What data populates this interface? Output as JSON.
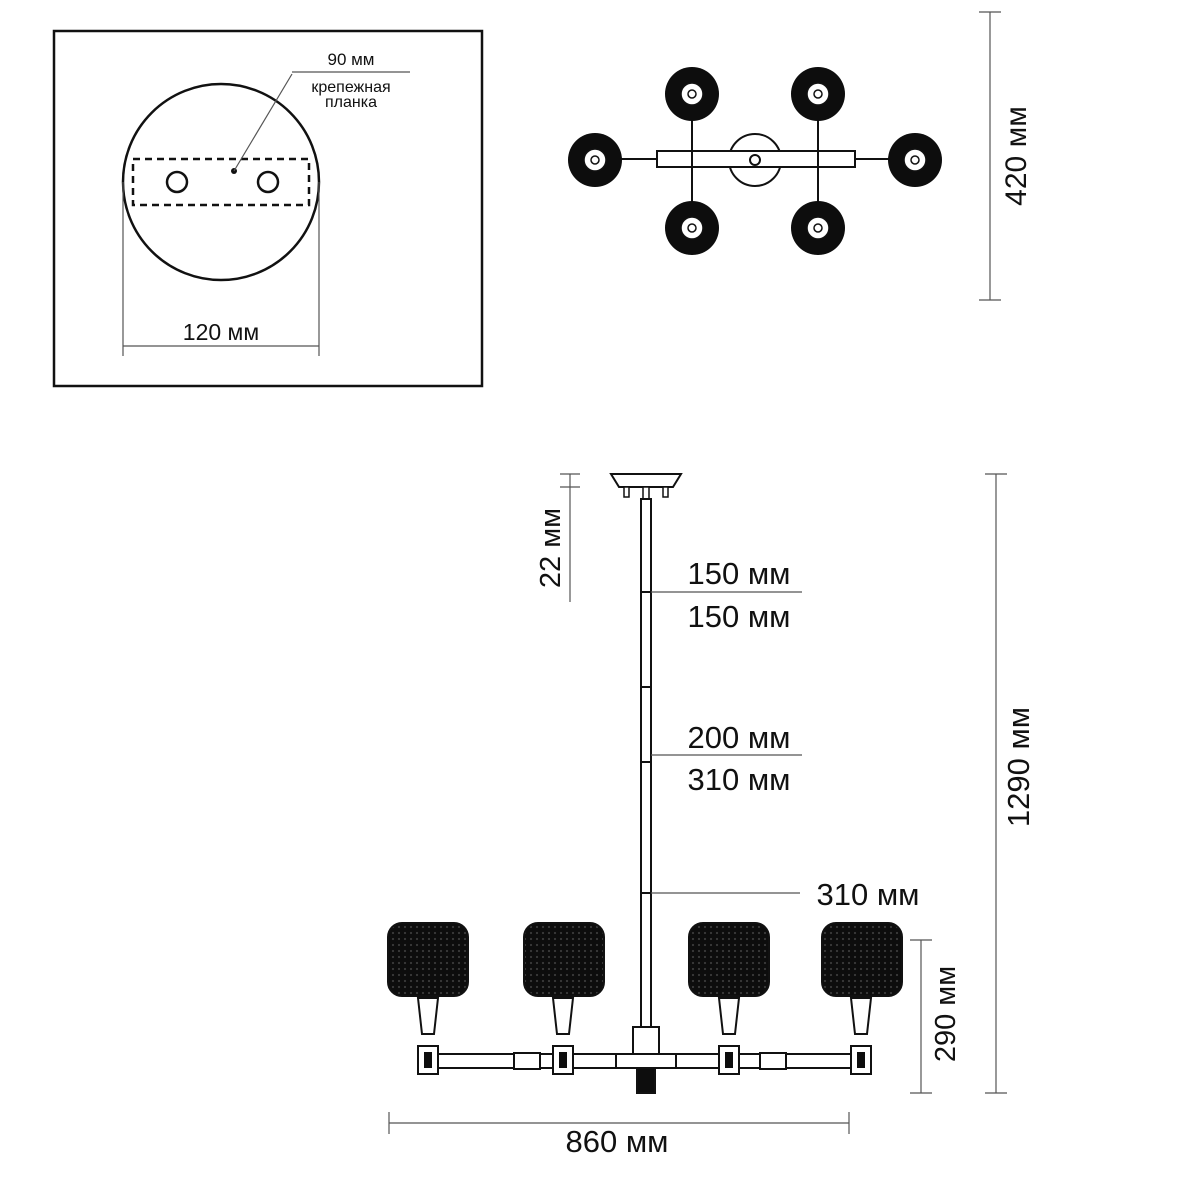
{
  "mount_detail": {
    "plate_width_label": "90 мм",
    "plate_caption_line1": "крепежная",
    "plate_caption_line2": "планка",
    "canopy_diameter_label": "120 мм"
  },
  "top_view": {
    "width_label": "420 мм",
    "shade_count": 6
  },
  "front_view": {
    "canopy_height_label": "22 мм",
    "rod_segment_1_upper": "150 мм",
    "rod_segment_1_lower": "150 мм",
    "rod_segment_2_upper": "200 мм",
    "rod_segment_2_lower": "310 мм",
    "rod_segment_3": "310 мм",
    "total_height_label": "1290 мм",
    "shade_height_label": "290 мм",
    "total_width_label": "860 мм",
    "shade_count": 4
  },
  "colors": {
    "line": "#111111",
    "shade_fill": "#0d0d0d",
    "background": "#ffffff"
  }
}
